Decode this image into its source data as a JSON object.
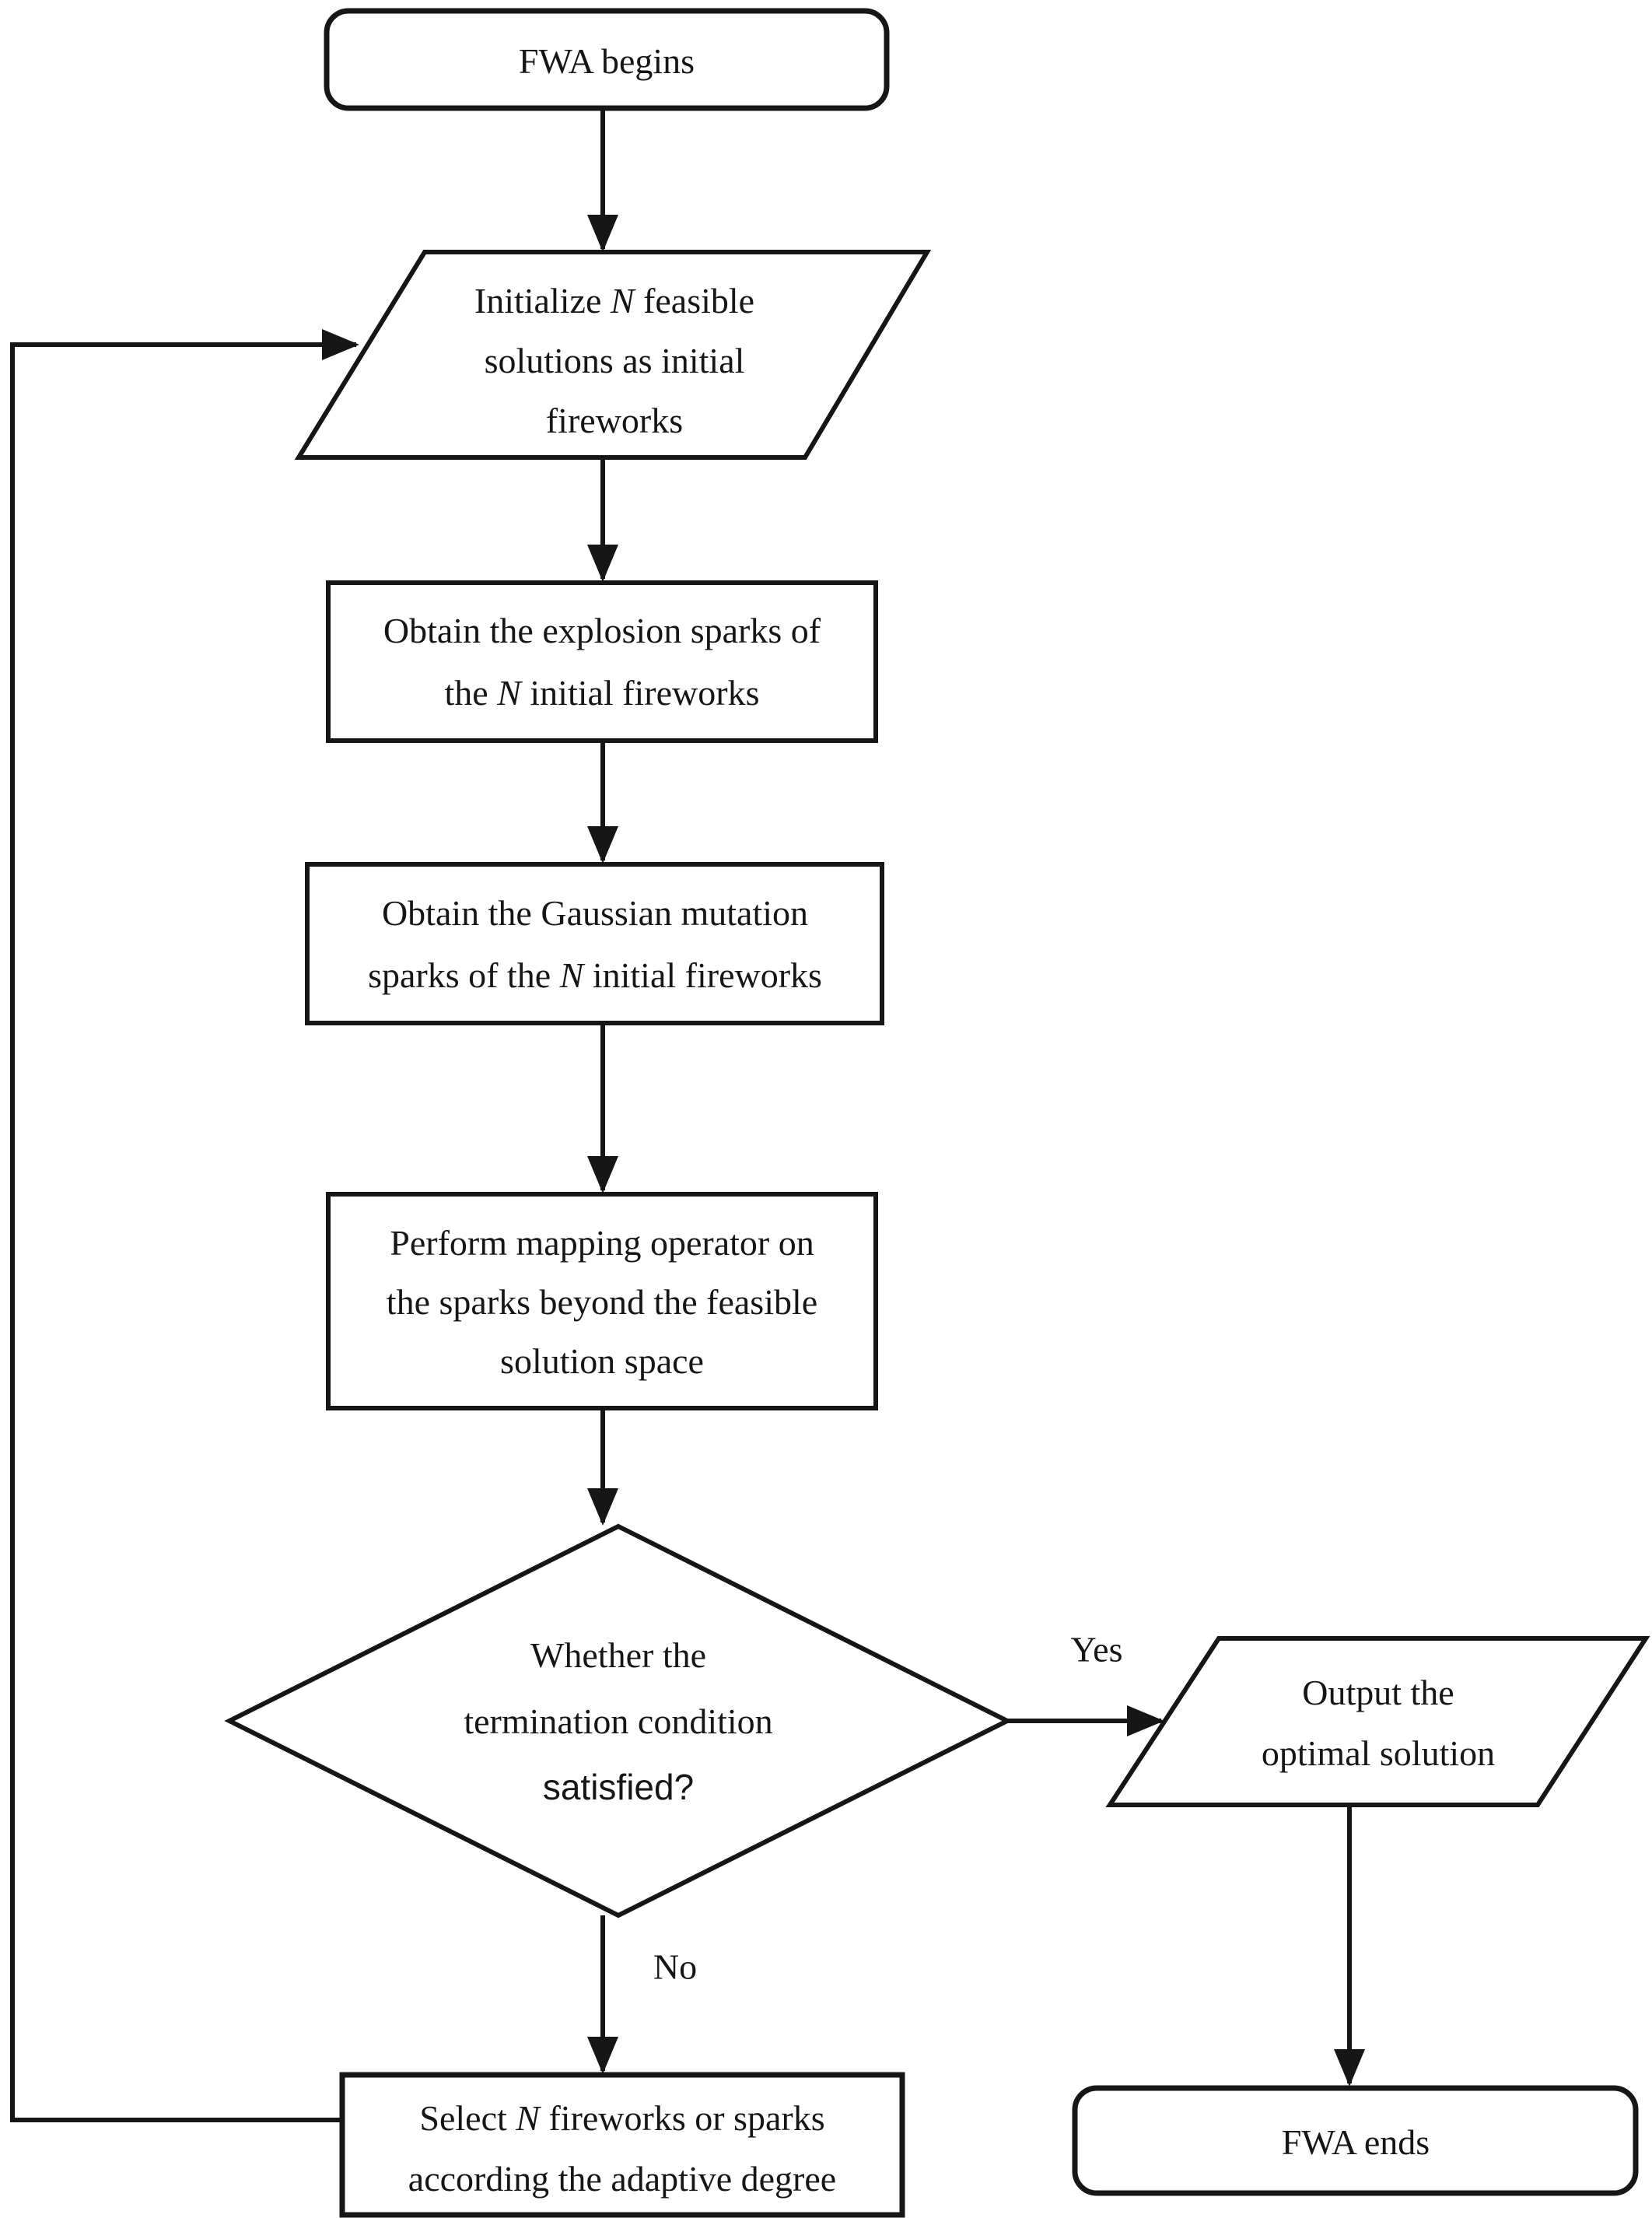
{
  "figure": {
    "description": "Flow chart of the fireworks algorithm (FWA)"
  },
  "colors": {
    "background": "#ffffff",
    "line": "#161616",
    "text": "#161616"
  },
  "labels": {
    "yes": "Yes",
    "no": "No"
  },
  "nodes": {
    "start": {
      "type": "terminator",
      "lines": [
        [
          {
            "t": "FWA begins"
          }
        ]
      ]
    },
    "init": {
      "type": "parallelogram",
      "lines": [
        [
          {
            "t": "Initialize "
          },
          {
            "t": "N",
            "italic": true
          },
          {
            "t": " feasible"
          }
        ],
        [
          {
            "t": "solutions as initial"
          }
        ],
        [
          {
            "t": "fireworks"
          }
        ]
      ]
    },
    "explosion": {
      "type": "process",
      "lines": [
        [
          {
            "t": "Obtain the explosion sparks of"
          }
        ],
        [
          {
            "t": "the "
          },
          {
            "t": "N",
            "italic": true
          },
          {
            "t": " initial fireworks"
          }
        ]
      ]
    },
    "gaussian": {
      "type": "process",
      "lines": [
        [
          {
            "t": "Obtain the Gaussian mutation"
          }
        ],
        [
          {
            "t": "sparks of the "
          },
          {
            "t": "N",
            "italic": true
          },
          {
            "t": " initial fireworks"
          }
        ]
      ]
    },
    "mapping": {
      "type": "process",
      "lines": [
        [
          {
            "t": "Perform mapping operator on"
          }
        ],
        [
          {
            "t": "the sparks beyond the feasible"
          }
        ],
        [
          {
            "t": "solution space"
          }
        ]
      ]
    },
    "decision": {
      "type": "decision",
      "lines": [
        [
          {
            "t": "Whether the"
          }
        ],
        [
          {
            "t": "termination condition"
          }
        ],
        [
          {
            "t": "satisfied?",
            "sans": true
          }
        ]
      ]
    },
    "output": {
      "type": "parallelogram",
      "lines": [
        [
          {
            "t": "Output the"
          }
        ],
        [
          {
            "t": "optimal solution"
          }
        ]
      ]
    },
    "select": {
      "type": "process",
      "lines": [
        [
          {
            "t": "Select "
          },
          {
            "t": "N",
            "italic": true
          },
          {
            "t": " fireworks or sparks"
          }
        ],
        [
          {
            "t": "according the adaptive degree"
          }
        ]
      ]
    },
    "end": {
      "type": "terminator",
      "lines": [
        [
          {
            "t": "FWA ends"
          }
        ]
      ]
    }
  }
}
